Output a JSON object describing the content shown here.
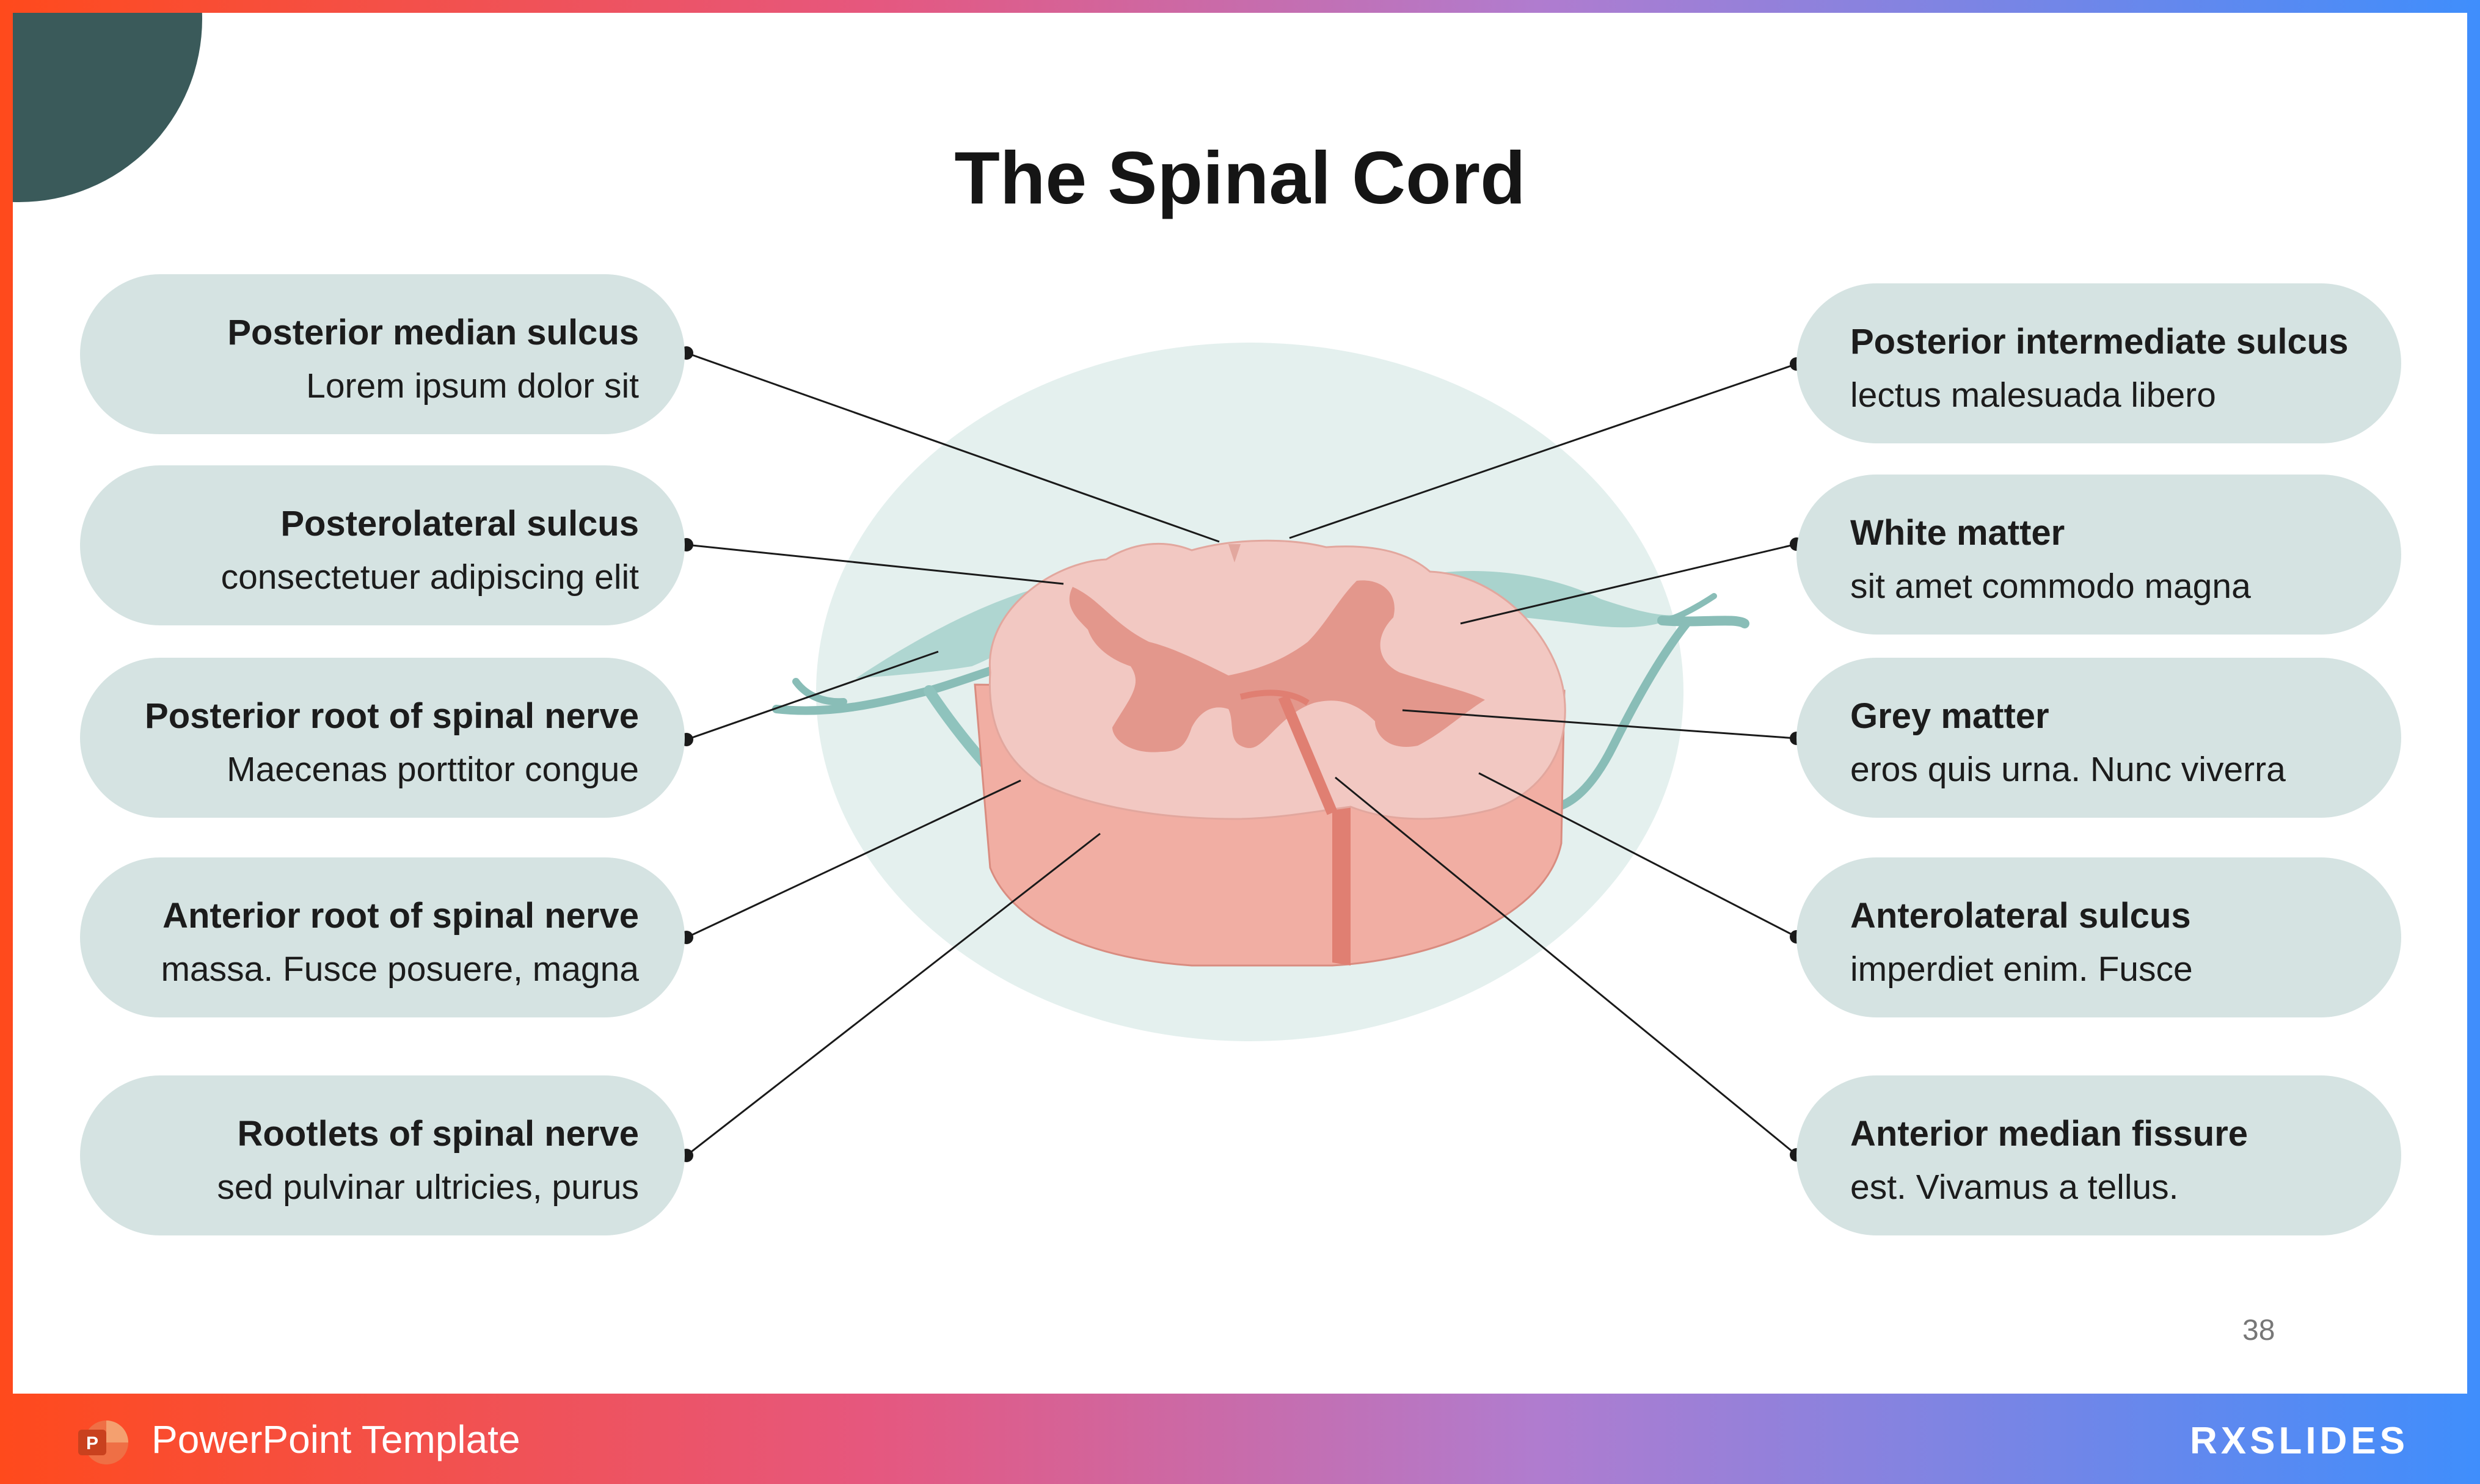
{
  "slide": {
    "title": "The Spinal Cord",
    "page_number": "38"
  },
  "labels_left": [
    {
      "heading": "Posterior median sulcus",
      "text": "Lorem ipsum dolor sit"
    },
    {
      "heading": "Posterolateral sulcus",
      "text": "consectetuer adipiscing elit"
    },
    {
      "heading": "Posterior root of spinal nerve",
      "text": "Maecenas porttitor congue"
    },
    {
      "heading": "Anterior root of spinal nerve",
      "text": "massa. Fusce posuere, magna"
    },
    {
      "heading": "Rootlets of spinal nerve",
      "text": "sed pulvinar ultricies, purus"
    }
  ],
  "labels_right": [
    {
      "heading": "Posterior intermediate sulcus",
      "text": "lectus malesuada libero"
    },
    {
      "heading": "White matter",
      "text": "sit amet commodo magna"
    },
    {
      "heading": "Grey matter",
      "text": "eros quis urna. Nunc viverra"
    },
    {
      "heading": "Anterolateral sulcus",
      "text": "imperdiet enim. Fusce"
    },
    {
      "heading": "Anterior median fissure",
      "text": "est. Vivamus a tellus."
    }
  ],
  "footer": {
    "app_label": "PowerPoint Template",
    "brand": "RXSLIDES",
    "app_icon": "powerpoint-icon"
  },
  "colors": {
    "card_bg": "#d5e3e2",
    "corner_accent": "#3a5a5a",
    "cord_white_matter": "#f2c8c2",
    "cord_grey_matter": "#e3978c",
    "cord_side": "#f1aea3",
    "nerve": "#9cc9c4",
    "backdrop": "#e4f0ee"
  }
}
